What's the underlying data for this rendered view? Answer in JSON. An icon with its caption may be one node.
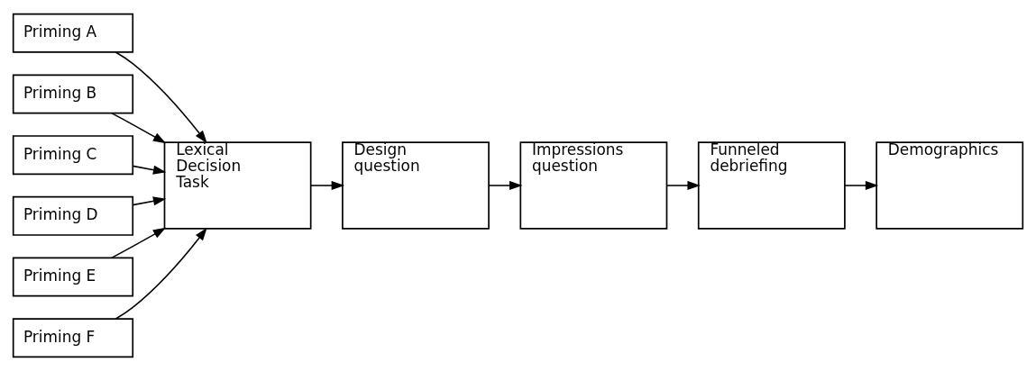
{
  "diagram": {
    "nodes": [
      {
        "text": [
          "Priming A"
        ]
      },
      {
        "text": [
          "Priming B"
        ]
      },
      {
        "text": [
          "Priming C"
        ]
      },
      {
        "text": [
          "Priming D"
        ]
      },
      {
        "text": [
          "Priming E"
        ]
      },
      {
        "text": [
          "Priming F"
        ]
      },
      {
        "text": [
          "Lexical Decision Task"
        ]
      },
      {
        "text": [
          "Design question"
        ]
      },
      {
        "text": [
          "Impressions question"
        ]
      },
      {
        "text": [
          "Funneled debriefing"
        ]
      },
      {
        "text": [
          "Demographics"
        ]
      }
    ],
    "edges": [
      {
        "from": 0,
        "to": 6,
        "arrow": "to"
      },
      {
        "from": 1,
        "to": 6,
        "arrow": "to"
      },
      {
        "from": 2,
        "to": 6,
        "arrow": "to"
      },
      {
        "from": 3,
        "to": 6,
        "arrow": "to"
      },
      {
        "from": 4,
        "to": 6,
        "arrow": "to"
      },
      {
        "from": 5,
        "to": 6,
        "arrow": "to"
      },
      {
        "from": 6,
        "to": 7,
        "arrow": "to"
      },
      {
        "from": 7,
        "to": 8,
        "arrow": "to"
      },
      {
        "from": 8,
        "to": 9,
        "arrow": "to"
      },
      {
        "from": 9,
        "to": 10,
        "arrow": "to"
      }
    ]
  }
}
